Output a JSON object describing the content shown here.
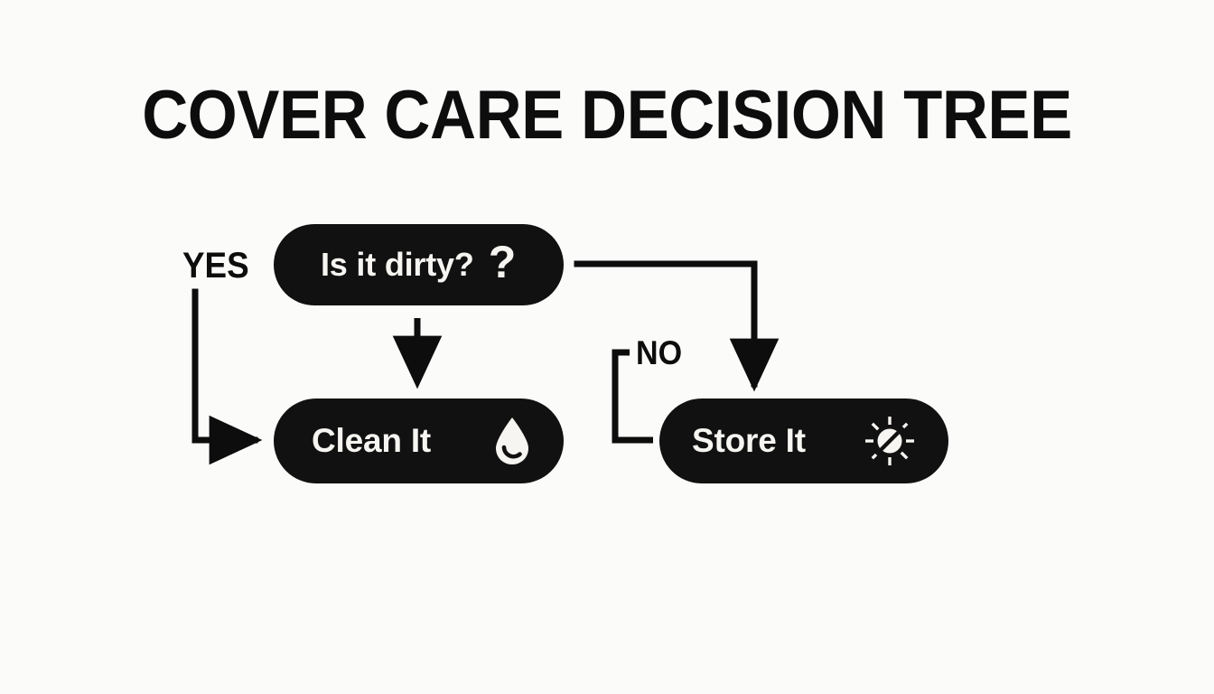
{
  "page": {
    "title": "COVER CARE DECISION TREE",
    "background_color": "#fbfbfa",
    "node_color": "#111111",
    "node_text_color": "#f7f5f1",
    "line_color": "#0d0d0d"
  },
  "diagram": {
    "type": "decision-tree",
    "nodes": [
      {
        "id": "question",
        "label": "Is it dirty?",
        "icon": "question-mark-icon",
        "shape": "pill"
      },
      {
        "id": "clean",
        "label": "Clean It",
        "icon": "water-droplet-icon",
        "shape": "pill"
      },
      {
        "id": "store",
        "label": "Store It",
        "icon": "no-sun-icon",
        "shape": "pill"
      }
    ],
    "edges": [
      {
        "id": "yes-branch",
        "from": "question",
        "to": "clean",
        "label": "YES",
        "arrow": true
      },
      {
        "id": "down-branch",
        "from": "question",
        "to": "clean",
        "label": "",
        "arrow": true
      },
      {
        "id": "right-branch",
        "from": "question",
        "to": "store",
        "label": "",
        "arrow": true
      },
      {
        "id": "no-branch",
        "from": "question",
        "to": "store",
        "label": "NO",
        "arrow": false
      }
    ]
  },
  "labels": {
    "yes": "YES",
    "no": "NO"
  }
}
